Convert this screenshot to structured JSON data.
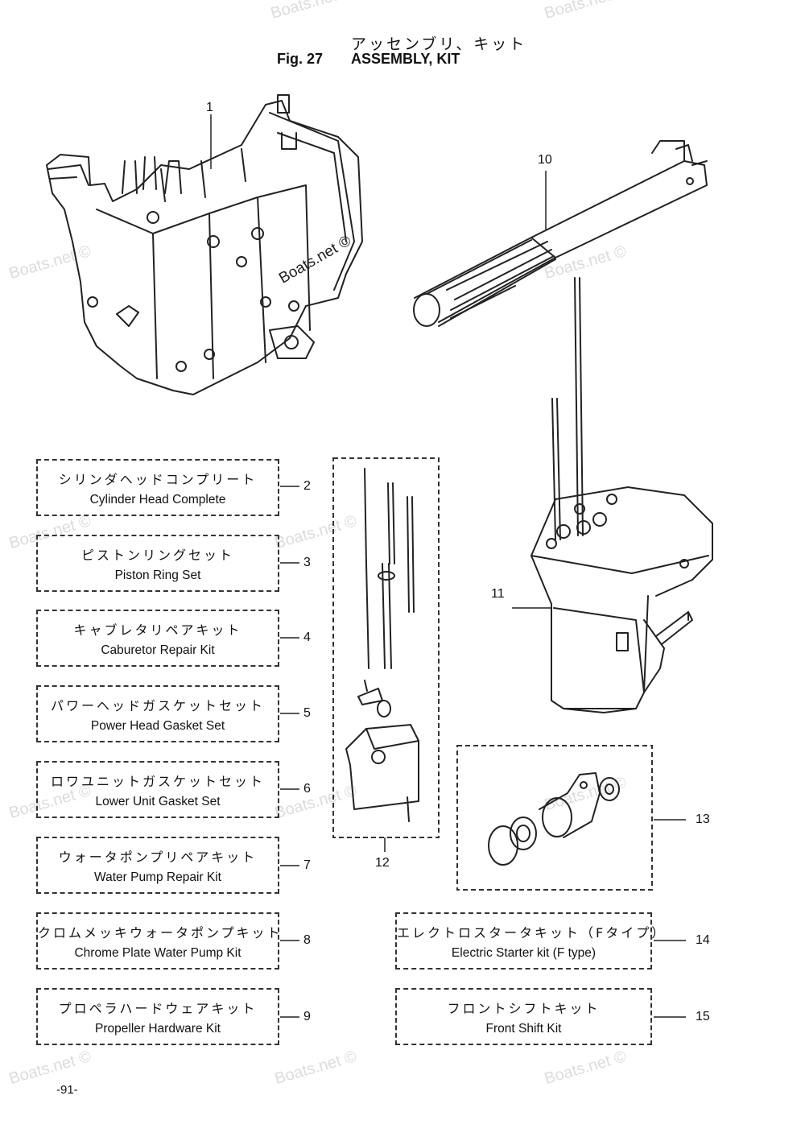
{
  "header": {
    "title_jp": "アッセンブリ、キット",
    "fig_label": "Fig. 27",
    "title_en": "ASSEMBLY, KIT"
  },
  "watermark": "Boats.net ©",
  "callouts": [
    "1",
    "10",
    "11",
    "12",
    "13",
    "14",
    "15"
  ],
  "kits": [
    {
      "number": "2",
      "jp": "シリンダヘッドコンプリート",
      "en": "Cylinder Head Complete"
    },
    {
      "number": "3",
      "jp": "ピストンリングセット",
      "en": "Piston Ring Set"
    },
    {
      "number": "4",
      "jp": "キャブレタリペアキット",
      "en": "Caburetor Repair Kit"
    },
    {
      "number": "5",
      "jp": "パワーヘッドガスケットセット",
      "en": "Power Head Gasket Set"
    },
    {
      "number": "6",
      "jp": "ロワユニットガスケットセット",
      "en": "Lower Unit Gasket Set"
    },
    {
      "number": "7",
      "jp": "ウォータポンプリペアキット",
      "en": "Water Pump Repair Kit"
    },
    {
      "number": "8",
      "jp": "クロムメッキウォータポンプキット",
      "en": "Chrome Plate Water Pump Kit"
    },
    {
      "number": "9",
      "jp": "プロペラハードウェアキット",
      "en": "Propeller Hardware Kit"
    },
    {
      "number": "14",
      "jp": "エレクトロスタータキット（Fタイプ）",
      "en": "Electric Starter kit (F type)"
    },
    {
      "number": "15",
      "jp": "フロントシフトキット",
      "en": "Front Shift Kit"
    }
  ],
  "page_number": "-91-"
}
